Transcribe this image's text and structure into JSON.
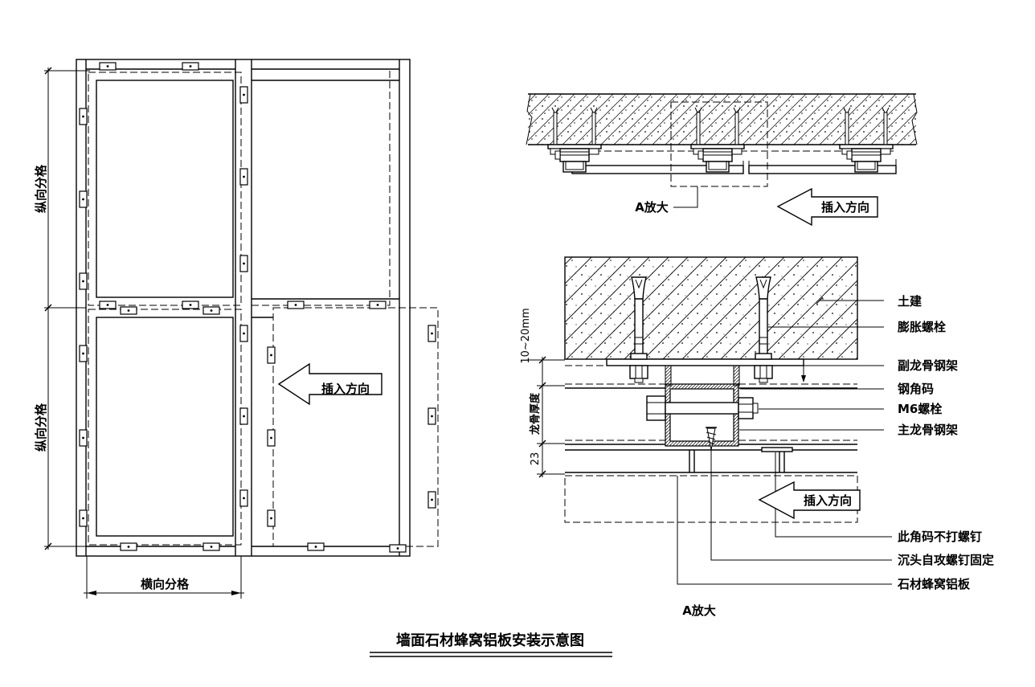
{
  "title": "墙面石材蜂窝铝板安装示意图",
  "elevation": {
    "vertical_division_top": "纵向分格",
    "vertical_division_bottom": "纵向分格",
    "horizontal_division": "横向分格",
    "insert_direction": "插入方向"
  },
  "plan": {
    "detail_ref": "A放大",
    "insert_direction": "插入方向"
  },
  "detail": {
    "dim_gap": "10~20mm",
    "dim_keel_thickness": "龙骨厚度",
    "dim_panel": "23",
    "insert_direction": "插入方向",
    "caption": "A放大",
    "labels": {
      "civil": "土建",
      "expansion_bolt": "膨胀螺栓",
      "sub_keel": "副龙骨钢架",
      "steel_angle": "钢角码",
      "m6_bolt": "M6螺栓",
      "main_keel": "主龙骨钢架",
      "no_screw": "此角码不打螺钉",
      "countersunk_screw": "沉头自攻螺钉固定",
      "panel": "石材蜂窝铝板"
    }
  },
  "colors": {
    "line": "#000000",
    "background": "#ffffff"
  }
}
